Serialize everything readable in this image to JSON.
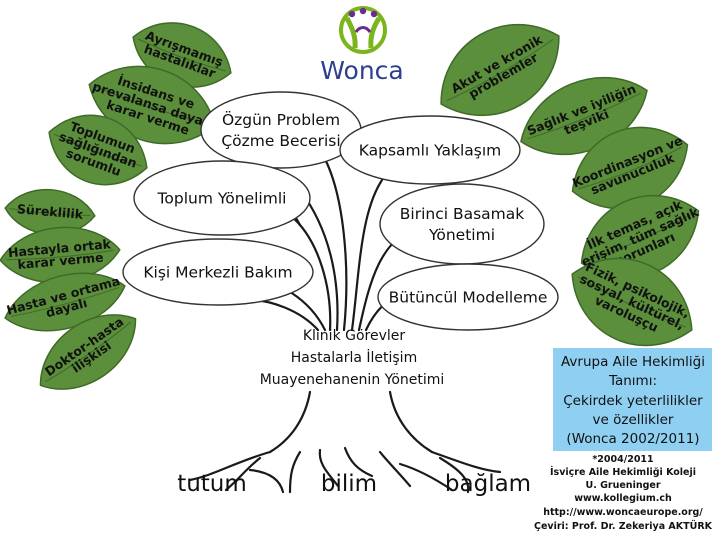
{
  "logo": {
    "name": "Wonca",
    "colors": {
      "green": "#7ab51d",
      "purple": "#6c2c8f",
      "navy": "#2f3f8f"
    }
  },
  "colors": {
    "leaf": "#5b8f3b",
    "leaf_dark": "#3f6a28",
    "oval_fill": "#ffffff",
    "blue_box": "#8fd0f2"
  },
  "left_leaves": [
    [
      "Ayrışmamış",
      "hastalıklar"
    ],
    [
      "İnsidans ve",
      "prevalansa dayalı",
      "karar verme"
    ],
    [
      "Toplumun",
      "sağlığından",
      "sorumlu"
    ],
    [
      "Süreklilik"
    ],
    [
      "Hastayla ortak",
      "karar verme"
    ],
    [
      "Hasta ve ortama",
      "dayalı"
    ],
    [
      "Doktor-hasta",
      "ilişkisi"
    ]
  ],
  "right_leaves": [
    [
      "Akut ve kronik",
      "problemler"
    ],
    [
      "Sağlık ve iyiliğin",
      "teşviki"
    ],
    [
      "Koordinasyon ve",
      "savunuculuk"
    ],
    [
      "İlk temas, açık",
      "erişim, tüm sağlık",
      "sorunları"
    ],
    [
      "Fizik, psikolojik,",
      "sosyal, kültürel,",
      "varoluşçu"
    ]
  ],
  "ovals": [
    [
      "Özgün Problem",
      "Çözme Becerisi"
    ],
    [
      "Kapsamlı Yaklaşım"
    ],
    [
      "Toplum Yönelimli"
    ],
    [
      "Birinci Basamak",
      "Yönetimi"
    ],
    [
      "Kişi Merkezli Bakım"
    ],
    [
      "Bütüncül Modelleme"
    ]
  ],
  "trunk_labels": [
    "Klinik Görevler",
    "Hastalarla İletişim",
    "Muayenehanenin Yönetimi"
  ],
  "roots": [
    "tutum",
    "bilim",
    "bağlam"
  ],
  "definition_box": [
    "Avrupa Aile Hekimliği",
    "Tanımı:",
    "Çekirdek yeterlilikler",
    "ve özellikler",
    "(Wonca 2002/2011)"
  ],
  "credits": [
    "*2004/2011",
    "İsviçre Aile Hekimliği Koleji",
    "U. Grueninger",
    "www.kollegium.ch",
    "http://www.woncaeurope.org/",
    "Çeviri: Prof. Dr. Zekeriya AKTÜRK"
  ]
}
